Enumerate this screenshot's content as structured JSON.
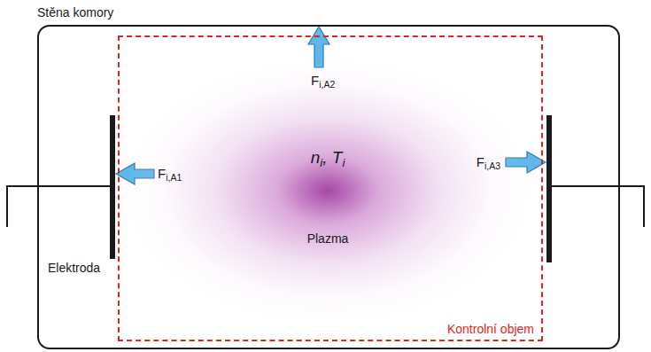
{
  "diagram": {
    "nodes": [
      {
        "text": [
          "Stěna komory"
        ]
      },
      {
        "text": [
          "Kontrolní objem"
        ],
        "in": 0
      },
      {
        "text": [
          "ni, Ti",
          "Plazma"
        ],
        "in": 1
      }
    ],
    "labels": [
      "Elektroda",
      "Fi,A1",
      "Fi,A2",
      "Fi,A3"
    ]
  }
}
